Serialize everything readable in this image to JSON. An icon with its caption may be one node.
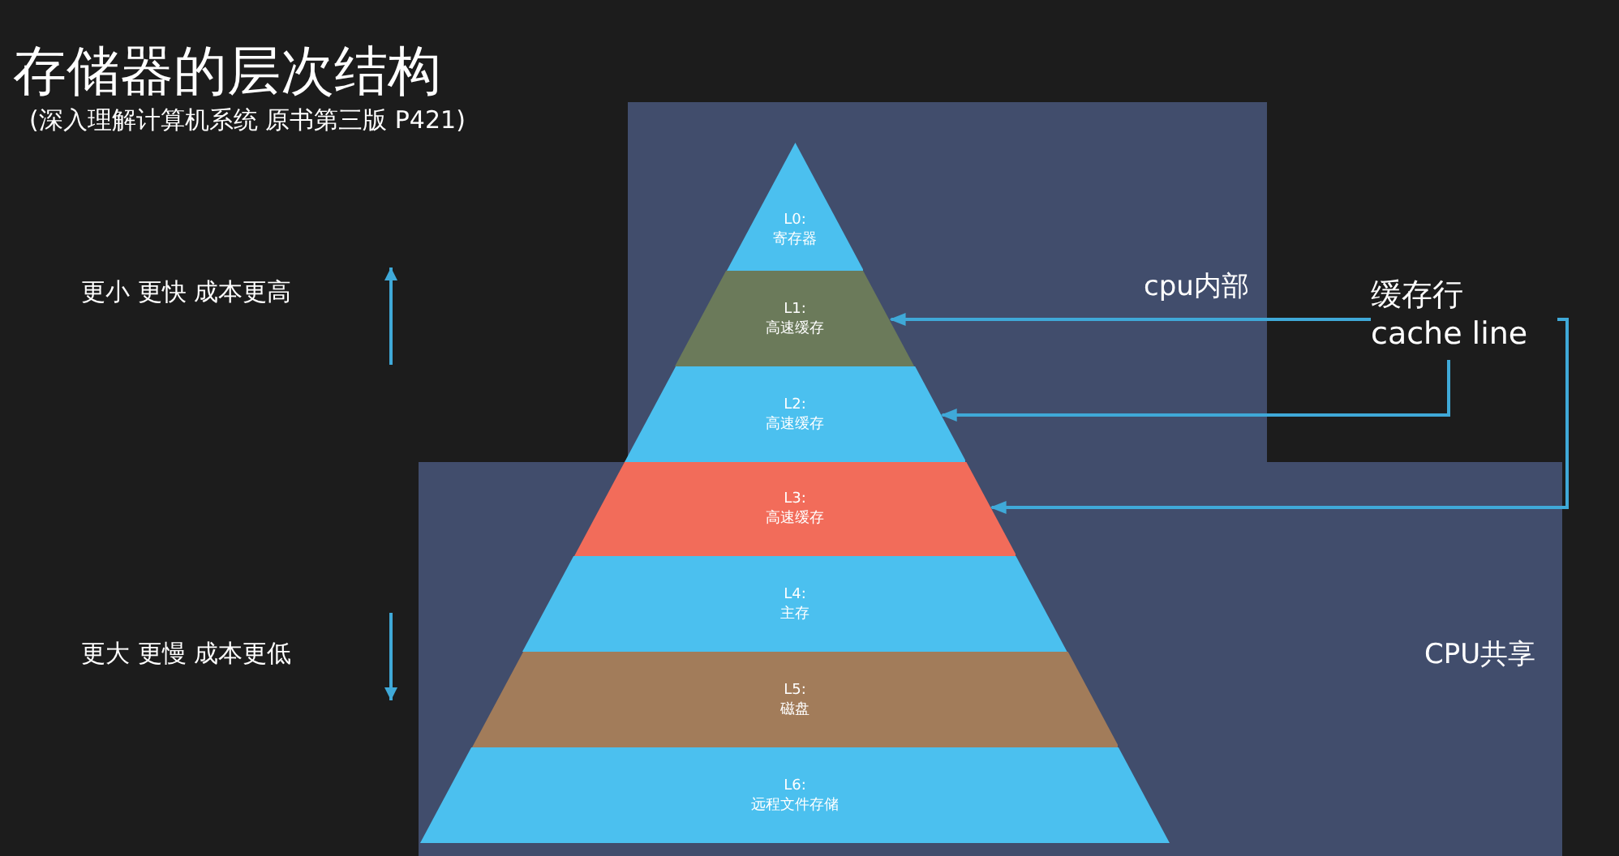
{
  "diagram": {
    "title": "存储器的层次结构",
    "nodes": [
      {
        "text": [
          "cpu内部"
        ]
      },
      {
        "text": [
          "L0:",
          "寄存器"
        ],
        "in": 0
      },
      {
        "text": [
          "L1:",
          "高速缓存"
        ],
        "in": 0
      },
      {
        "text": [
          "L2:",
          "高速缓存"
        ],
        "in": 0
      },
      {
        "text": [
          "CPU共享"
        ]
      },
      {
        "text": [
          "L3:",
          "高速缓存"
        ],
        "in": 4
      },
      {
        "text": [
          "L4:",
          "主存"
        ],
        "in": 4
      },
      {
        "text": [
          "L5:",
          "磁盘"
        ],
        "in": 4
      },
      {
        "text": [
          "L6:",
          "远程文件存储"
        ],
        "in": 4
      },
      {
        "text": [
          "缓存行 cache line"
        ]
      }
    ],
    "edges": [
      {
        "from": 9,
        "to": 2,
        "arrow": "to"
      },
      {
        "from": 9,
        "to": 3,
        "arrow": "to"
      },
      {
        "from": 9,
        "to": 5,
        "arrow": "to"
      }
    ],
    "labels": [
      "(深入理解计算机系统 原书第三版 P421)",
      "更小 更快 成本更高",
      "更大 更慢 成本更低"
    ]
  }
}
